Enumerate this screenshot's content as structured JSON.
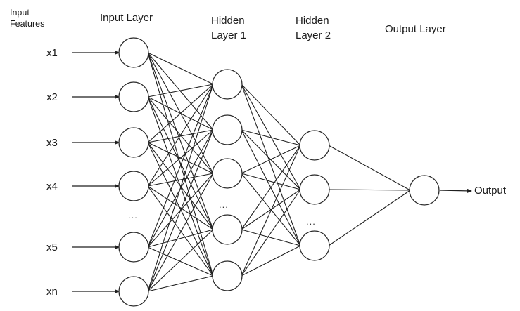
{
  "titles": {
    "input_features": [
      "Input",
      "Features"
    ],
    "input_layer": "Input Layer",
    "hidden_layer_1": [
      "Hidden",
      "Layer 1"
    ],
    "hidden_layer_2": [
      "Hidden",
      "Layer 2"
    ],
    "output_layer": "Output Layer"
  },
  "input_labels": [
    "x1",
    "x2",
    "x3",
    "x4",
    "x5",
    "xn"
  ],
  "ellipsis": "...",
  "output_label": "Output",
  "layers": {
    "input": {
      "nodes": 6,
      "ellipsis_after_index": 3
    },
    "hidden1": {
      "nodes": 5,
      "ellipsis_after_index": 2
    },
    "hidden2": {
      "nodes": 3,
      "ellipsis_after_index": 1
    },
    "output": {
      "nodes": 1
    }
  },
  "connectivity": "fully-connected"
}
